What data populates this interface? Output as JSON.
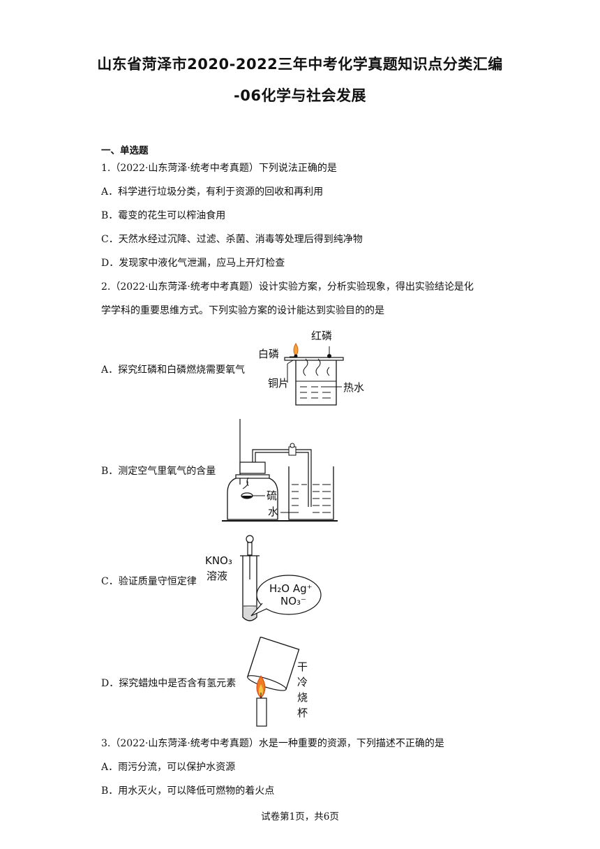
{
  "document": {
    "title_line1": "山东省菏泽市2020-2022三年中考化学真题知识点分类汇编",
    "title_line2": "-06化学与社会发展",
    "section": "一、单选题",
    "questions": [
      {
        "stem": "1.（2022·山东菏泽·统考中考真题）下列说法正确的是",
        "options": [
          "A．科学进行垃圾分类，有利于资源的回收和再利用",
          "B．霉变的花生可以榨油食用",
          "C．天然水经过沉降、过滤、杀菌、消毒等处理后得到纯净物",
          "D．发现家中液化气泄漏，应马上开灯检查"
        ]
      },
      {
        "stem_line1": "2.（2022·山东菏泽·统考中考真题）设计实验方案，分析实验现象，得出实验结论是化",
        "stem_line2": "学学科的重要思维方式。下列实验方案的设计能达到实验目的的是",
        "options": [
          {
            "text": "A．探究红磷和白磷燃烧需要氧气",
            "figure_labels": {
              "red_p": "红磷",
              "white_p": "白磷",
              "copper": "铜片",
              "hot_water": "热水"
            }
          },
          {
            "text": "B．测定空气里氧气的含量",
            "figure_labels": {
              "sulfur": "硫",
              "water": "水"
            }
          },
          {
            "text": "C．验证质量守恒定律",
            "figure_labels": {
              "kno3": "KNO₃",
              "solution": "溶液",
              "bubble_line1": "H₂O  Ag⁺",
              "bubble_line2": "NO₃⁻"
            }
          },
          {
            "text": "D．探究蜡烛中是否含有氢元素",
            "figure_labels": {
              "c1": "干",
              "c2": "冷",
              "c3": "烧",
              "c4": "杯"
            }
          }
        ]
      },
      {
        "stem": "3.（2022·山东菏泽·统考中考真题）水是一种重要的资源，下列描述不正确的是",
        "options": [
          "A．雨污分流，可以保护水资源",
          "B．用水灭火，可以降低可燃物的着火点"
        ]
      }
    ],
    "footer": "试卷第1页，共6页"
  }
}
